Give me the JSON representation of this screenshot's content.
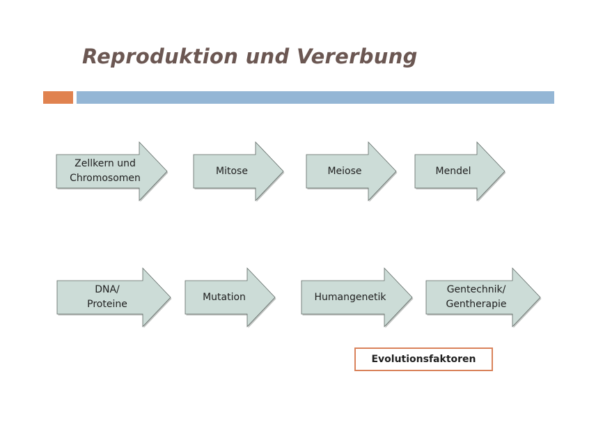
{
  "slide": {
    "title": "Reproduktion und Vererbung",
    "colors": {
      "title": "#6b5752",
      "accent_orange": "#e0824f",
      "accent_blue": "#94b6d5",
      "arrow_fill": "#ccdcd7",
      "arrow_stroke": "#5c6662",
      "box_border": "#d9825a"
    }
  },
  "arrows_row1": [
    {
      "label": "Zellkern und\nChromosomen"
    },
    {
      "label": "Mitose"
    },
    {
      "label": "Meiose"
    },
    {
      "label": "Mendel"
    }
  ],
  "arrows_row2": [
    {
      "label": "DNA/\nProteine"
    },
    {
      "label": "Mutation"
    },
    {
      "label": "Humangenetik"
    },
    {
      "label": "Gentechnik/\nGentherapie"
    }
  ],
  "evolution_box": {
    "label": "Evolutionsfaktoren"
  }
}
